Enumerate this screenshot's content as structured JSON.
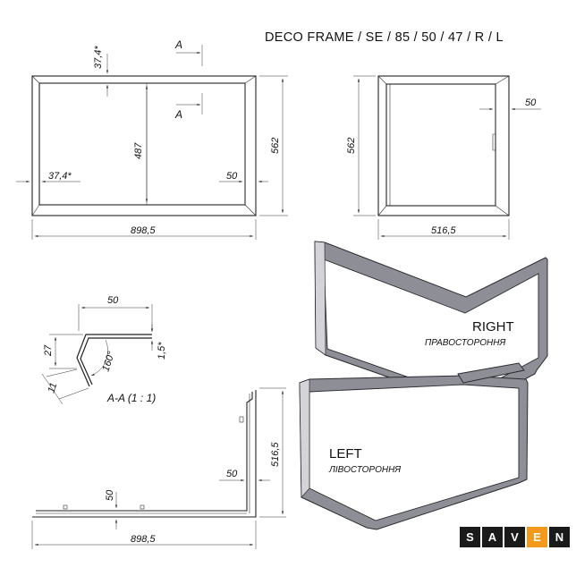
{
  "title": "DECO FRAME / SE / 85 / 50 / 47 / R / L",
  "front_view": {
    "dim_top_depth": "37,4*",
    "dim_left_depth": "37,4*",
    "dim_height_inner": "487",
    "dim_height_outer": "562",
    "dim_side": "50",
    "dim_width": "898,5",
    "section_mark_top": "A",
    "section_mark_bottom": "A"
  },
  "side_view": {
    "dim_height": "562",
    "dim_side": "50",
    "dim_width": "516,5"
  },
  "section": {
    "label": "A-A (1 : 1)",
    "dim_width": "50",
    "dim_height": "27",
    "dim_angle": "160°",
    "dim_thickness": "1,5*",
    "dim_fold": "11"
  },
  "top_view": {
    "dim_depth": "516,5",
    "dim_side_top": "50",
    "dim_side_left": "50",
    "dim_width": "898,5"
  },
  "iso": {
    "right_label": "RIGHT",
    "right_sub": "ПРАВОСТОРОННЯ",
    "left_label": "LEFT",
    "left_sub": "ЛІВОСТОРОННЯ"
  },
  "brand": {
    "letters": [
      "S",
      "A",
      "V",
      "E",
      "N"
    ],
    "accent_index": 3,
    "accent_color": "#f39a1e"
  }
}
